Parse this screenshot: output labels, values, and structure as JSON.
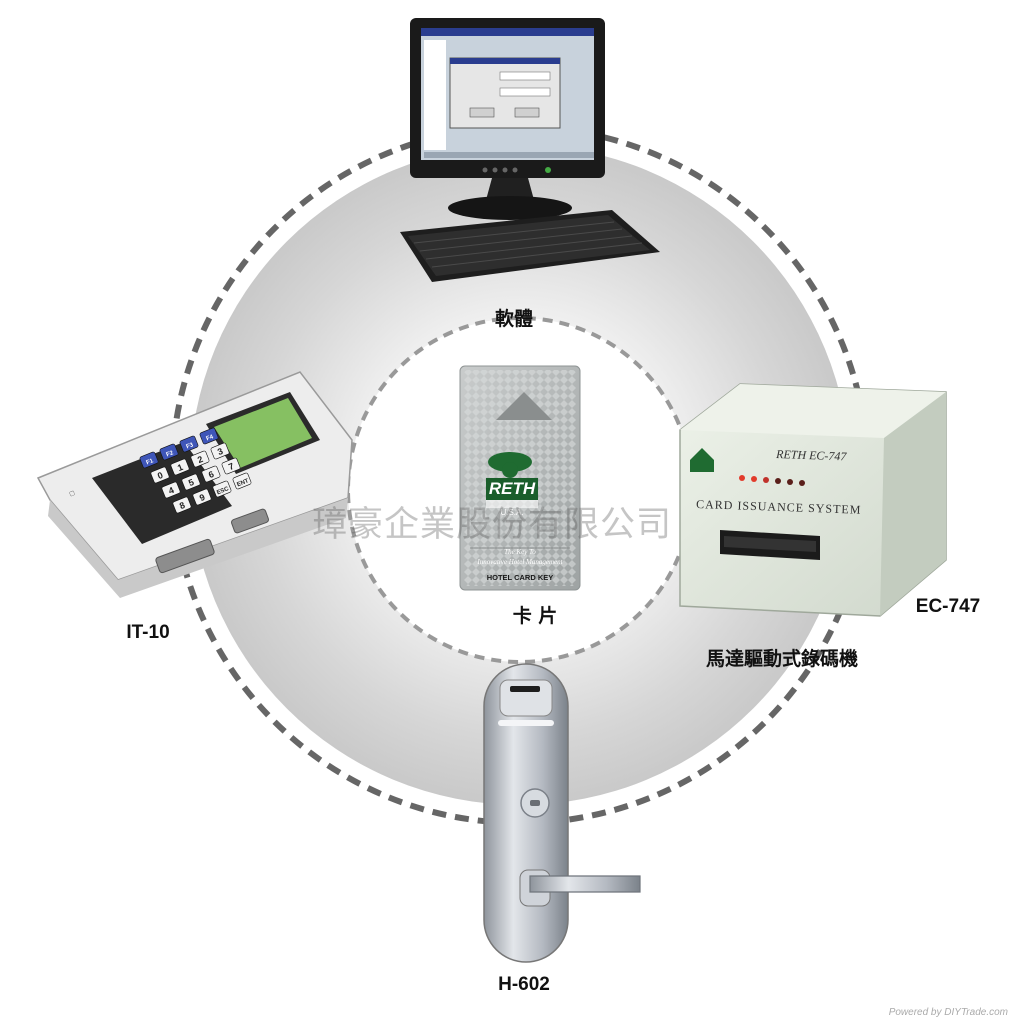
{
  "colors": {
    "outer_ring": "#6b6b6b",
    "disc": "#dedede",
    "center": "#ffffff",
    "card": "#b8bcbc",
    "lcd": "#7fbf5a",
    "key_blue": "#3f56b8",
    "machine": "#dfe6dc",
    "lock": "#b9bec6"
  },
  "icons": [
    "computer-icon",
    "keypad-device-icon",
    "hotel-card-icon",
    "card-encoder-icon",
    "door-lock-icon"
  ],
  "labels": {
    "software": "軟體",
    "card": "卡 片",
    "it10": "IT-10",
    "ec747": "EC-747",
    "encoder_desc": "馬達驅動式錄碼機",
    "h602": "H-602"
  },
  "card": {
    "brand": "RETH",
    "country": "U.S.A.",
    "tagline_1": "The Key To",
    "tagline_2": "Innovative Hotel Management",
    "footer": "HOTEL CARD KEY"
  },
  "encoder": {
    "model_text": "RETH EC-747",
    "system_text": "CARD ISSUANCE SYSTEM"
  },
  "terminal": {
    "keys": [
      "F1",
      "F2",
      "F3",
      "F4",
      "0",
      "1",
      "2",
      "3",
      "4",
      "5",
      "6",
      "7",
      "8",
      "9",
      "ESC",
      "ENT"
    ]
  },
  "watermark": "璋豪企業股份有限公司",
  "credit": "Powered by DIYTrade.com"
}
